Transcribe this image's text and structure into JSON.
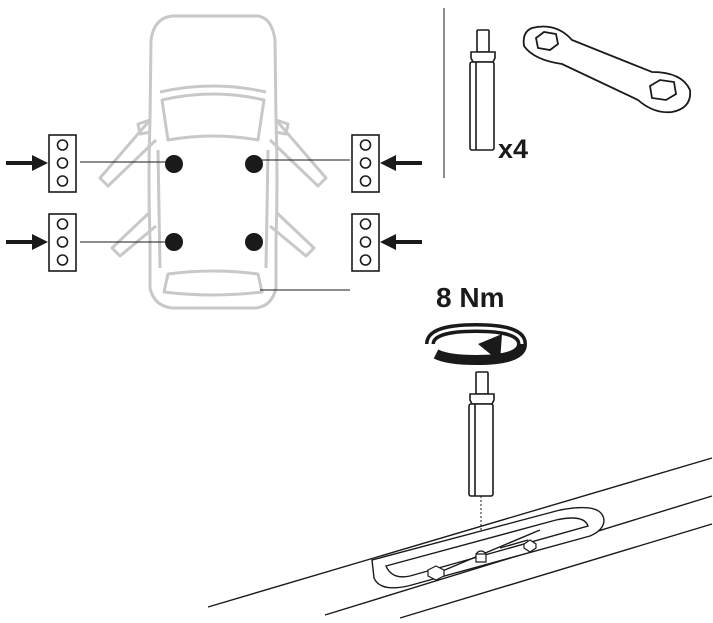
{
  "quantity_label": "x4",
  "torque_label": "8 Nm",
  "colors": {
    "ink": "#1a1a1a",
    "car_outline": "#c8c8c8",
    "background": "#ffffff"
  },
  "icons": [
    "car-top-view",
    "mounting-pin",
    "wrench",
    "arrow",
    "rotation-arrow",
    "roof-rail"
  ]
}
